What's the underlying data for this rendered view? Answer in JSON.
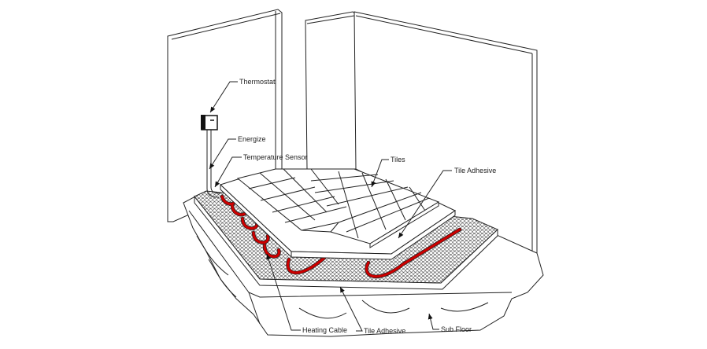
{
  "diagram": {
    "labels": {
      "thermostat": "Thermostat",
      "energize": "Energize",
      "temperature_sensor": "Temperature Sensor",
      "tiles": "Tiles",
      "tile_adhesive_top": "Tile Adhesive",
      "heating_cable": "Heating Cable",
      "tile_adhesive_bottom": "Tile Adhesive",
      "sub_floor": "Sub Floor"
    },
    "colors": {
      "cable": "#cc0000",
      "line": "#222222"
    }
  }
}
